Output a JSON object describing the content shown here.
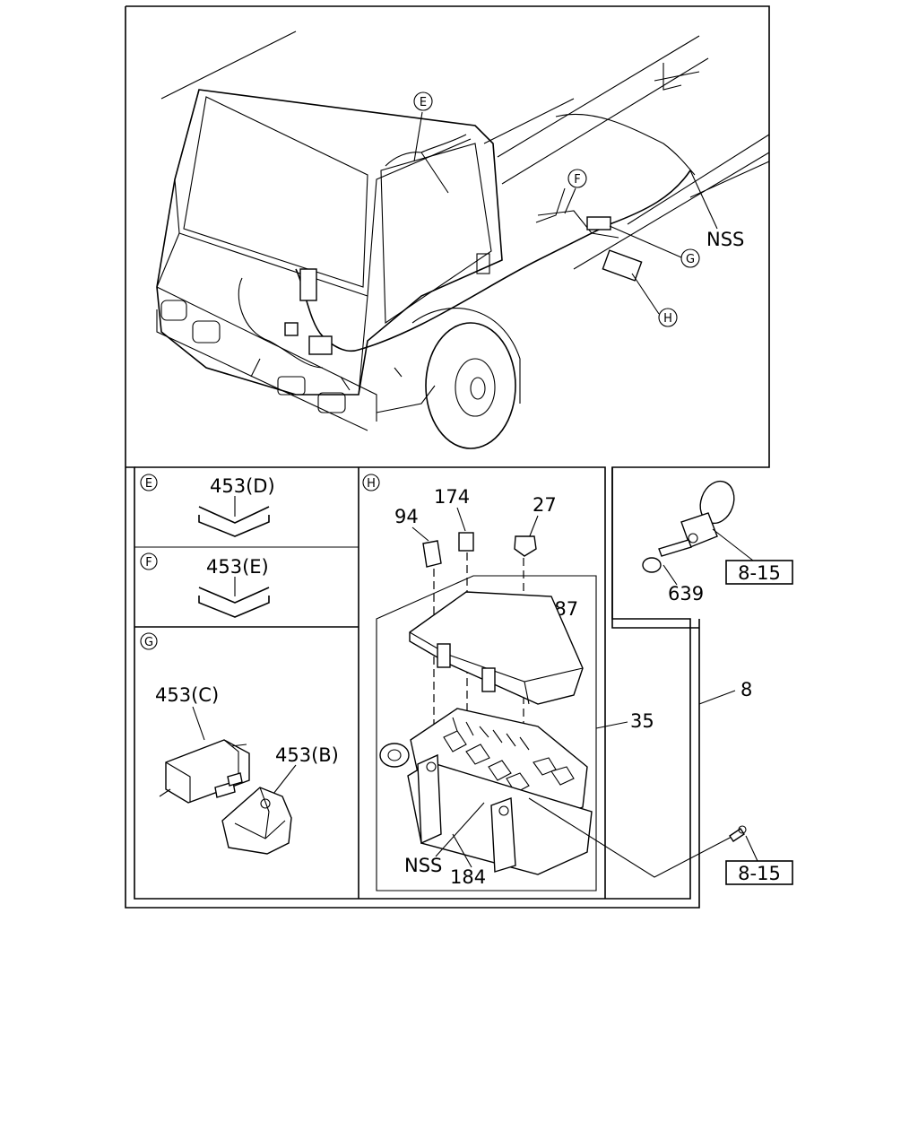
{
  "callouts": {
    "main_e": "E",
    "main_f": "F",
    "main_g": "G",
    "main_h": "H",
    "main_nss": "NSS",
    "panel_e": "E",
    "panel_f": "F",
    "panel_g": "G",
    "panel_h": "H"
  },
  "panels": {
    "e": {
      "label": "453(D)"
    },
    "f": {
      "label": "453(E)"
    },
    "g": {
      "label_c": "453(C)",
      "label_b": "453(B)"
    },
    "h": {
      "relay_94": "94",
      "relay_174": "174",
      "fuse_27": "27",
      "cover_387": "387",
      "box_35": "35",
      "nss": "NSS",
      "bracket_184": "184"
    },
    "clip": {
      "bolt_639": "639",
      "ref": "8-15"
    }
  },
  "assembly": {
    "item_8": "8",
    "ref_bolt": "8-15"
  }
}
